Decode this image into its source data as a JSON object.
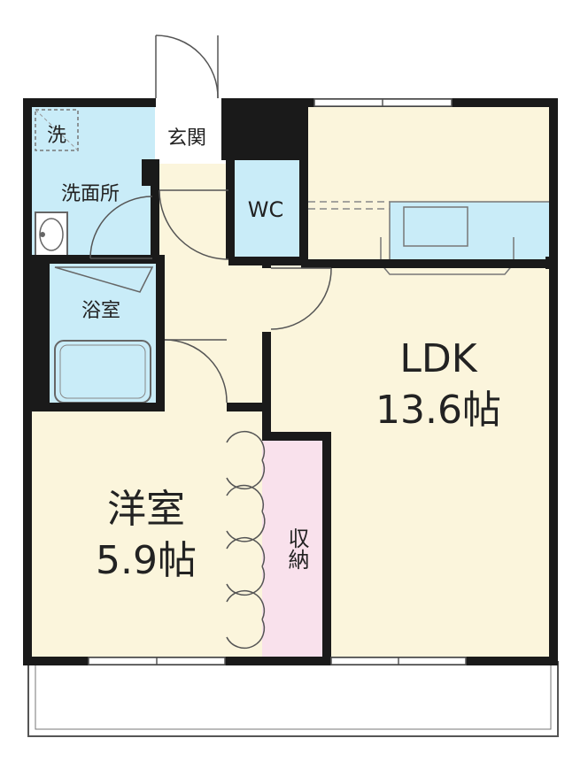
{
  "colors": {
    "wall": "#1a1a1a",
    "living_floor": "#fbf5dc",
    "wet_area": "#c9ecf8",
    "storage": "#f9e1ec",
    "entrance": "#ffffff",
    "line": "#555555"
  },
  "rooms": {
    "ldk": {
      "name": "LDK",
      "size": "13.6帖"
    },
    "western": {
      "name": "洋室",
      "size": "5.9帖"
    },
    "storage": {
      "name": "収納"
    },
    "entrance": {
      "name": "玄関"
    },
    "wc": {
      "name": "WC"
    },
    "washroom": {
      "name": "洗面所"
    },
    "bathroom": {
      "name": "浴室"
    },
    "washer": {
      "name": "洗"
    }
  }
}
